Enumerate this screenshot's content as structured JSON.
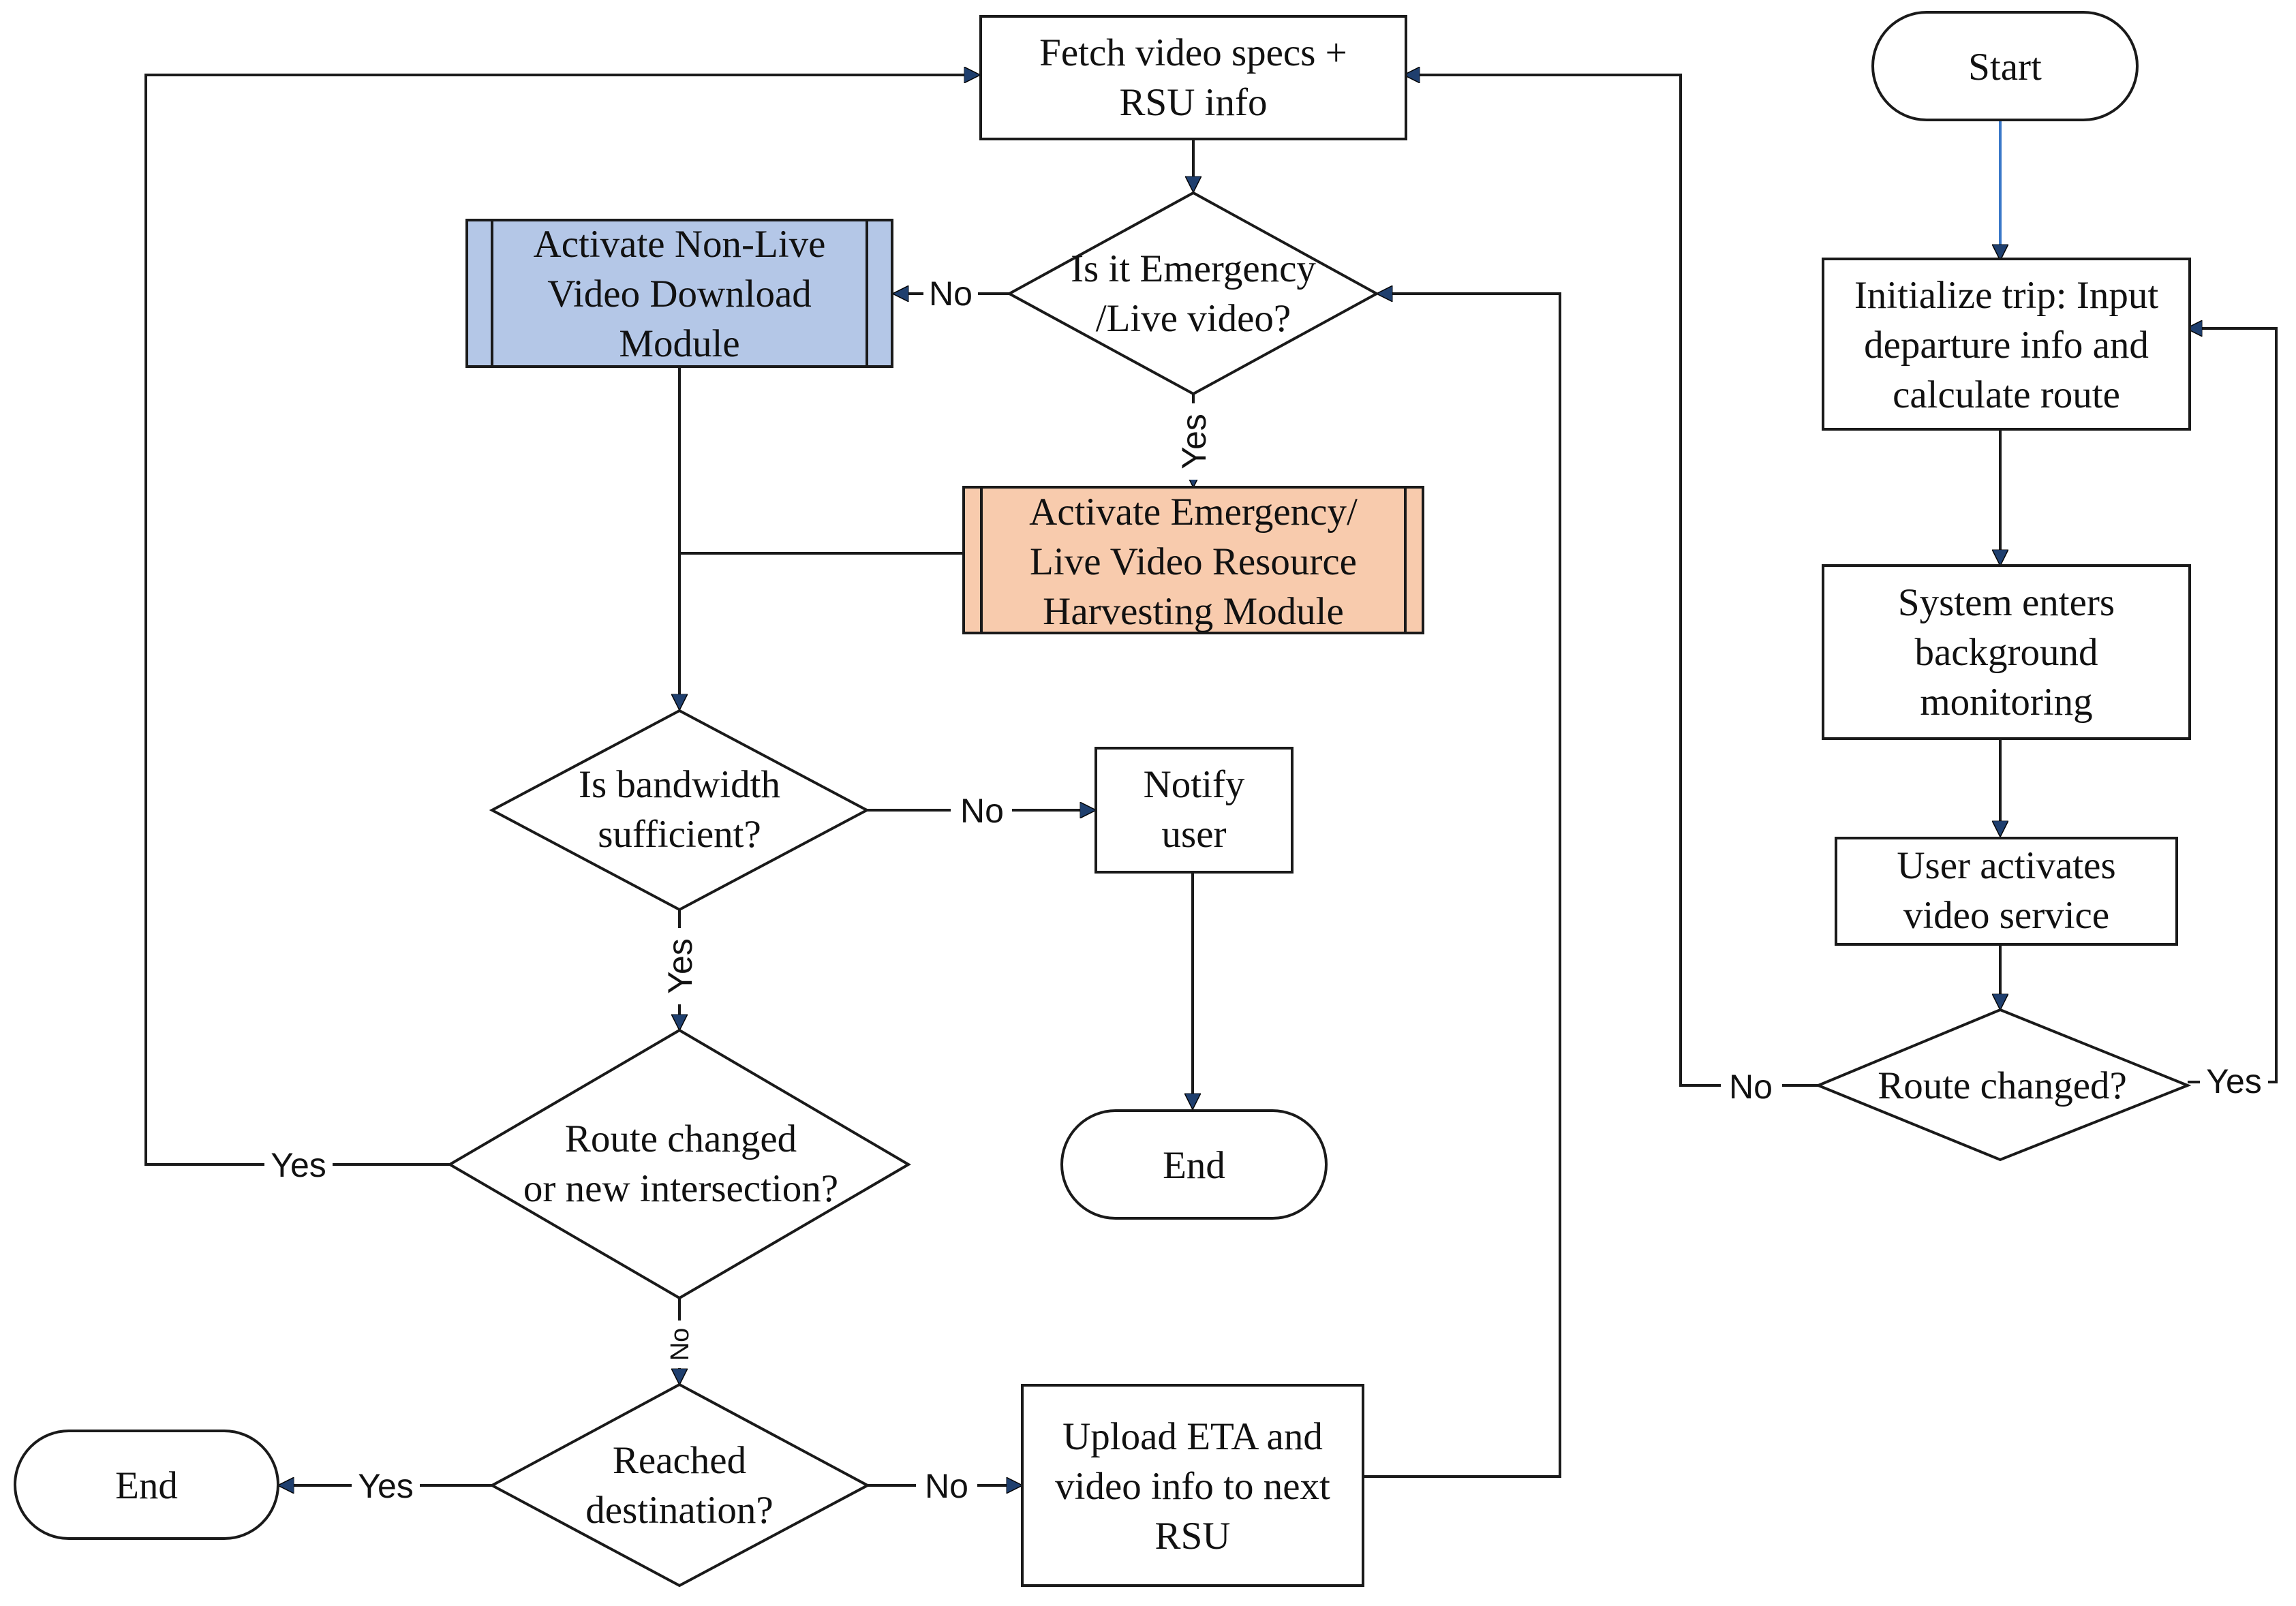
{
  "colors": {
    "line": "#1a1a1a",
    "arrow_fill": "#1f3f6e",
    "start_line": "#3a78c9",
    "non_live_module": "#b4c7e7",
    "emergency_module": "#f8cbad"
  },
  "nodes": {
    "start": "Start",
    "init_trip": [
      "Initialize trip: Input",
      "departure info and",
      "calculate route"
    ],
    "background": [
      "System enters",
      "background",
      "monitoring"
    ],
    "user_activates": [
      "User activates",
      "video service"
    ],
    "route_changed_right": [
      "Route changed?"
    ],
    "fetch_specs": [
      "Fetch video specs +",
      "RSU info"
    ],
    "is_emergency": [
      "Is it Emergency",
      "/Live video?"
    ],
    "non_live_module": [
      "Activate Non-Live",
      "Video Download",
      "Module"
    ],
    "emergency_module": [
      "Activate Emergency/",
      "Live Video Resource",
      "Harvesting Module"
    ],
    "bandwidth": [
      "Is bandwidth",
      "sufficient?"
    ],
    "notify_user": [
      "Notify",
      "user"
    ],
    "end_mid": "End",
    "route_changed_left": [
      "Route changed",
      "or new intersection?"
    ],
    "reached_destination": [
      "Reached",
      "destination?"
    ],
    "end_left": "End",
    "upload_eta": [
      "Upload ETA and",
      "video info to next",
      "RSU"
    ]
  },
  "edge_labels": {
    "emergency_no": "No",
    "emergency_yes": "Yes",
    "bandwidth_no": "No",
    "bandwidth_yes": "Yes",
    "route_left_yes": "Yes",
    "route_left_no": "No",
    "destination_yes": "Yes",
    "destination_no": "No",
    "route_right_no": "No",
    "route_right_yes": "Yes"
  }
}
